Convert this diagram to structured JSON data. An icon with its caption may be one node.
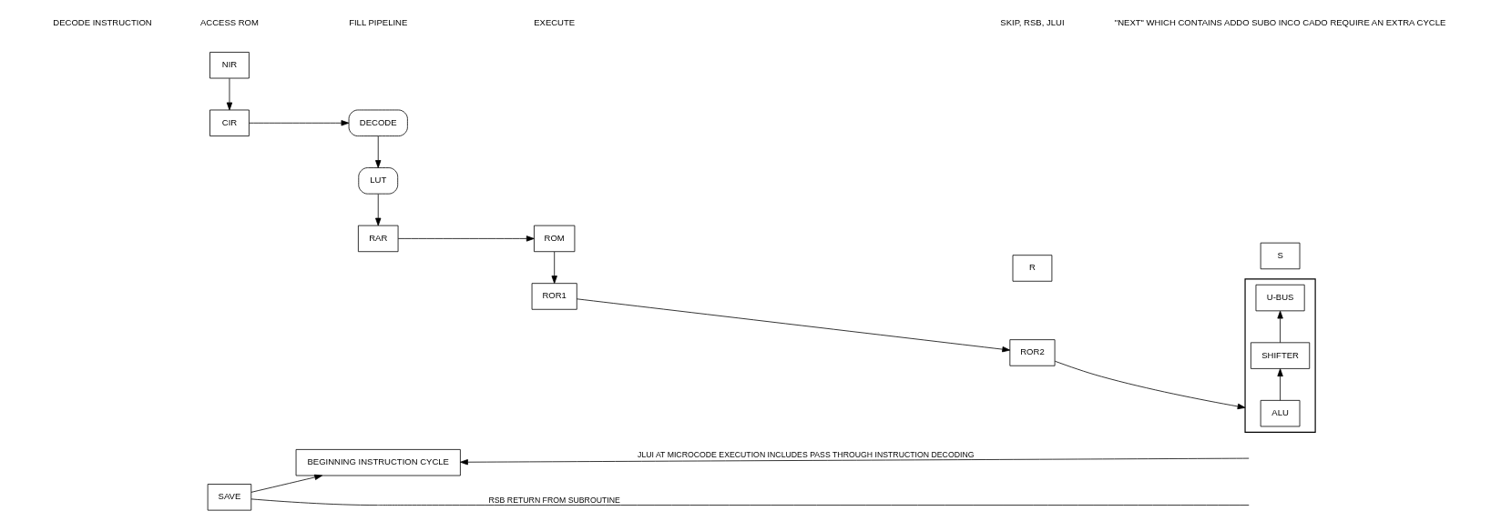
{
  "diagram": {
    "nodes": [
      {
        "text": [
          "NIR"
        ]
      },
      {
        "text": [
          "CIR"
        ]
      },
      {
        "text": [
          "DECODE"
        ]
      },
      {
        "text": [
          "LUT"
        ]
      },
      {
        "text": [
          "RAR"
        ]
      },
      {
        "text": [
          "ROM"
        ]
      },
      {
        "text": [
          "ROR1"
        ]
      },
      {
        "text": [
          "R"
        ]
      },
      {
        "text": [
          "ROR2"
        ]
      },
      {
        "text": [
          "S"
        ]
      },
      {
        "text": [],
        "shape": "bar"
      },
      {
        "text": [
          "ALU"
        ],
        "in": 10
      },
      {
        "text": [
          "SHIFTER"
        ],
        "in": 10
      },
      {
        "text": [
          "U-BUS"
        ],
        "in": 10
      },
      {
        "text": [
          "BEGINNING INSTRUCTION CYCLE"
        ]
      },
      {
        "text": [
          "SAVE"
        ]
      }
    ],
    "edges": [
      {
        "from": 0,
        "to": 1,
        "arrow": "to"
      },
      {
        "from": 1,
        "to": 2,
        "arrow": "to"
      },
      {
        "from": 2,
        "to": 3,
        "arrow": "to"
      },
      {
        "from": 3,
        "to": 4,
        "arrow": "to"
      },
      {
        "from": 4,
        "to": 5,
        "arrow": "to"
      },
      {
        "from": 5,
        "to": 6,
        "arrow": "to"
      },
      {
        "from": 6,
        "to": 8,
        "arrow": "to"
      },
      {
        "from": 8,
        "to": 10,
        "arrow": "to"
      },
      {
        "from": 11,
        "to": 12,
        "arrow": "to"
      },
      {
        "from": 12,
        "to": 13,
        "arrow": "to"
      },
      {
        "from": 15,
        "to": 14,
        "arrow": "to"
      },
      {
        "from": null,
        "to": 15,
        "arrow": "none",
        "label": "RSB RETURN FROM SUBROUTINE"
      },
      {
        "from": null,
        "to": 14,
        "arrow": "to",
        "label": "JLUI AT MICROCODE EXECUTION INCLUDES PASS THROUGH INSTRUCTION DECODING"
      }
    ],
    "labels": [
      "DECODE INSTRUCTION",
      "ACCESS ROM",
      "FILL PIPELINE",
      "EXECUTE",
      "SKIP, RSB, JLUI",
      "\"NEXT\" WHICH CONTAINS ADDO SUBO INCO CADO REQUIRE AN EXTRA CYCLE"
    ]
  }
}
